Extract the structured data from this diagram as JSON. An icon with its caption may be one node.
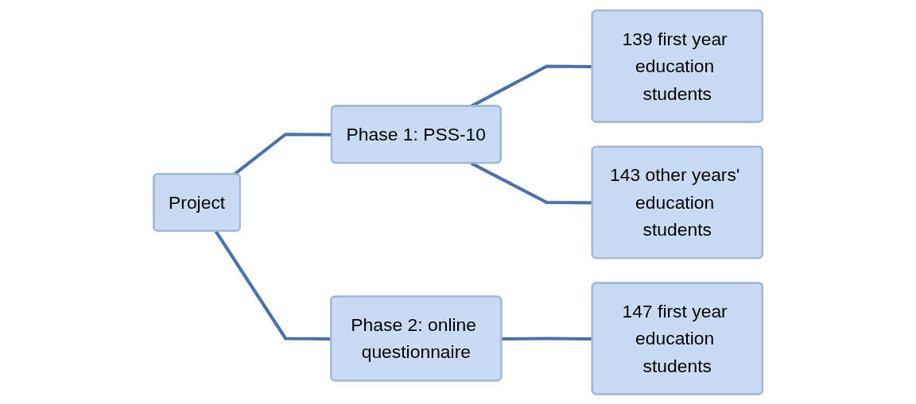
{
  "diagram": {
    "nodes": [
      {
        "text": [
          "Project"
        ]
      },
      {
        "text": [
          "Phase 1: PSS-10"
        ]
      },
      {
        "text": [
          "Phase 2: online questionnaire"
        ]
      },
      {
        "text": [
          "139 first year education students"
        ]
      },
      {
        "text": [
          "143 other years' education students"
        ]
      },
      {
        "text": [
          "147 first year education students"
        ]
      }
    ],
    "edges": [
      {
        "from": 0,
        "to": 1,
        "arrow": "none"
      },
      {
        "from": 0,
        "to": 2,
        "arrow": "none"
      },
      {
        "from": 1,
        "to": 3,
        "arrow": "none"
      },
      {
        "from": 1,
        "to": 4,
        "arrow": "none"
      },
      {
        "from": 2,
        "to": 5,
        "arrow": "none"
      }
    ]
  }
}
